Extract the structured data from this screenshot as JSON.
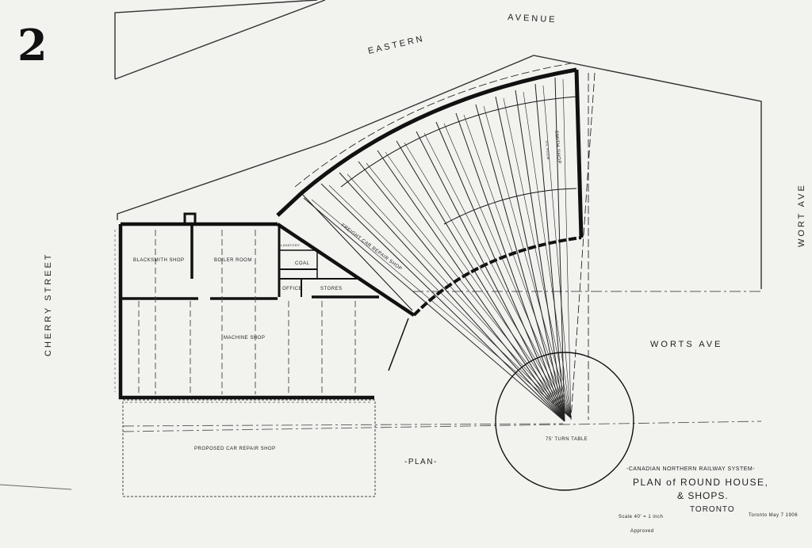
{
  "figure_number": "2",
  "streets": {
    "eastern_avenue": [
      "EASTERN",
      "AVENUE"
    ],
    "cherry_street": "CHERRY  STREET",
    "wort_ave": "WORT  AVE",
    "worts_ave": "WORTS  AVE"
  },
  "rooms": {
    "blacksmith_shop": "BLACKSMITH SHOP",
    "boiler_room": "BOILER ROOM",
    "coal": "COAL",
    "stores": "STORES",
    "office": "OFFICE",
    "lavatory": "LAVATORY",
    "machine_shop": "MACHINE SHOP",
    "proposed_car_repair_shop": "PROPOSED CAR REPAIR SHOP",
    "turn_table": "75' TURN TABLE",
    "freight_car_repair_shop": "FREIGHT CAR REPAIR SHOP",
    "smith_shop": "SMITH SHOP",
    "oil_room": "OIL ROOM"
  },
  "plan_label": "-PLAN-",
  "title_block": {
    "company": "-CANADIAN NORTHERN RAILWAY SYSTEM-",
    "title": "PLAN of ROUND HOUSE,",
    "subtitle": "& SHOPS.",
    "city": "TORONTO",
    "scale": "Scale 40' = 1 inch",
    "approved": "Approved",
    "date": "Toronto  May 7 1906"
  }
}
